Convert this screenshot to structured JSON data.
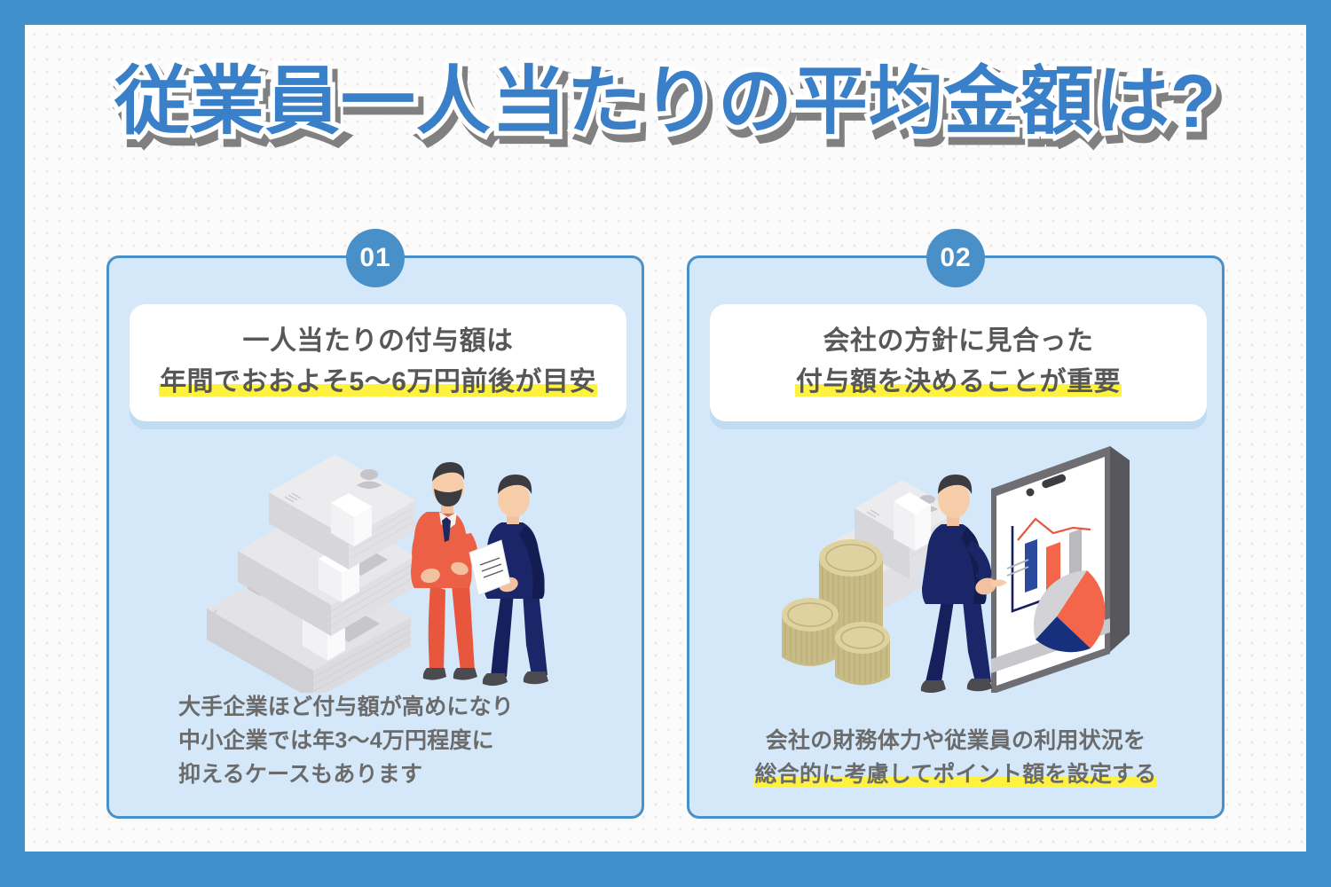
{
  "theme": {
    "frame_blue": "#4190ce",
    "panel_fill": "#d4e8f9",
    "panel_border": "#4a90c8",
    "badge_blue": "#4a90c8",
    "title_blue": "#3a80c8",
    "title_shadow_gray": "#808080",
    "text_gray": "#575757",
    "caption_gray": "#6b6b6b",
    "highlight_yellow": "#fff23f",
    "card_shadow_blue": "#bfdcf2",
    "dot_gray": "#e9e9e9"
  },
  "title": "従業員一人当たりの平均金額は?",
  "panels": [
    {
      "badge": "01",
      "headline_line1": "一人当たりの付与額は",
      "headline_line2": "年間でおおよそ5〜6万円前後が目安",
      "headline_line2_highlighted": true,
      "illustration": "two-businessmen-with-document-and-cash-stacks",
      "caption_lines": [
        "大手企業ほど付与額が高めになり",
        "中小企業では年3〜4万円程度に",
        "抑えるケースもあります"
      ],
      "caption_align": "left",
      "caption_highlight_index": -1
    },
    {
      "badge": "02",
      "headline_line1": "会社の方針に見合った",
      "headline_line2": "付与額を決めることが重要",
      "headline_line2_highlighted": true,
      "illustration": "businessman-reviewing-charts-on-smartphone-with-coins",
      "caption_lines": [
        "会社の財務体力や従業員の利用状況を",
        "総合的に考慮してポイント額を設定する"
      ],
      "caption_align": "center",
      "caption_highlight_index": 1
    }
  ]
}
